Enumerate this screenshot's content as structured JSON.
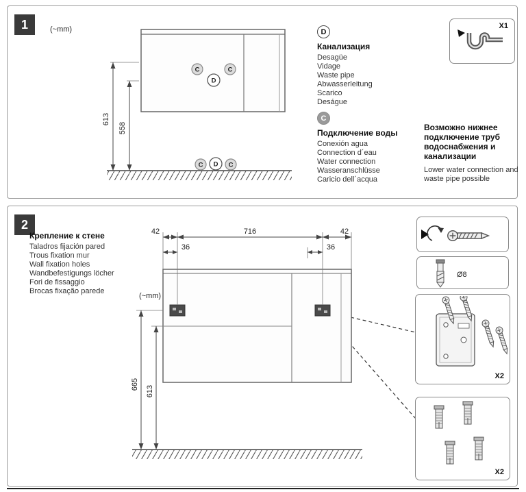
{
  "panel1": {
    "number": "1",
    "mm_note": "(~mm)",
    "dims": {
      "h613": "613",
      "h558": "558"
    },
    "markers": {
      "c": "C",
      "d": "D"
    },
    "x1": {
      "count": "X1"
    },
    "drain": {
      "letter": "D",
      "title": "Канализация",
      "lines": [
        "Desagüe",
        "Vidage",
        "Waste pipe",
        "Abwasserleitung",
        "Scarico",
        "Deságue"
      ]
    },
    "water": {
      "letter": "C",
      "title": "Подключение воды",
      "lines": [
        "Conexión agua",
        "Connection d´eau",
        "Water connection",
        "Wasseranschlüsse",
        "Caricio dell´acqua"
      ]
    },
    "note": {
      "title": "Возможно нижнее подключение труб водоснабжения и канализации",
      "subtitle": "Lower water connection and waste pipe possible"
    }
  },
  "panel2": {
    "number": "2",
    "mm_note": "(~mm)",
    "heading": "Крепление к стене",
    "lines": [
      "Taladros fijación pared",
      "Trous fixation mur",
      "Wall fixation holes",
      "Wandbefestigungs löcher",
      "Fori de fissaggio",
      "Brocas fixação parede"
    ],
    "dims": {
      "left_edge": "42",
      "span": "716",
      "right_edge": "42",
      "left_hole": "36",
      "right_hole": "36",
      "h665": "665",
      "h613": "613"
    },
    "drill": {
      "label": "Ø8"
    },
    "bracket": {
      "count": "X2"
    },
    "anchors": {
      "count": "X2"
    }
  }
}
